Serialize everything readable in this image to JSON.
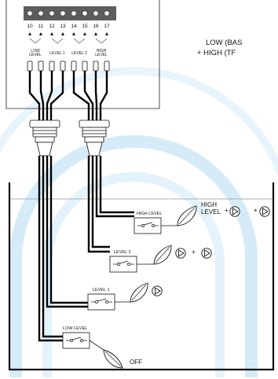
{
  "colors": {
    "wire": "#000000",
    "watermark": "#cfe6f6",
    "terminal_block": "#5f5f5f",
    "outline": "#222222",
    "water_line": "#888888"
  },
  "terminals": {
    "numbers": [
      "10",
      "11",
      "12",
      "13",
      "14",
      "15",
      "16",
      "17"
    ],
    "labels": [
      "LOW\nLEVEL",
      "LEVEL 1",
      "LEVEL 2",
      "HIGH\nLEVEL"
    ]
  },
  "note": {
    "line1": "LOW (BAS",
    "line2": "+ HIGH (TF"
  },
  "switches": {
    "high_level": "HIGH LEVEL",
    "level_2": "LEVEL 2",
    "level_1": "LEVEL 1",
    "low_level": "LOW LEVEL"
  },
  "indications": {
    "high_line1": "HIGH",
    "high_line2": "LEVEL",
    "plus1": "+",
    "plus2": "+",
    "plus3": "+",
    "off": "OFF"
  },
  "icons": {
    "float": "float-icon",
    "indicator": "triangle-indicator-icon",
    "switch": "switch-contact-icon",
    "terminal": "terminal-screw-icon",
    "gland": "cable-gland-icon"
  }
}
